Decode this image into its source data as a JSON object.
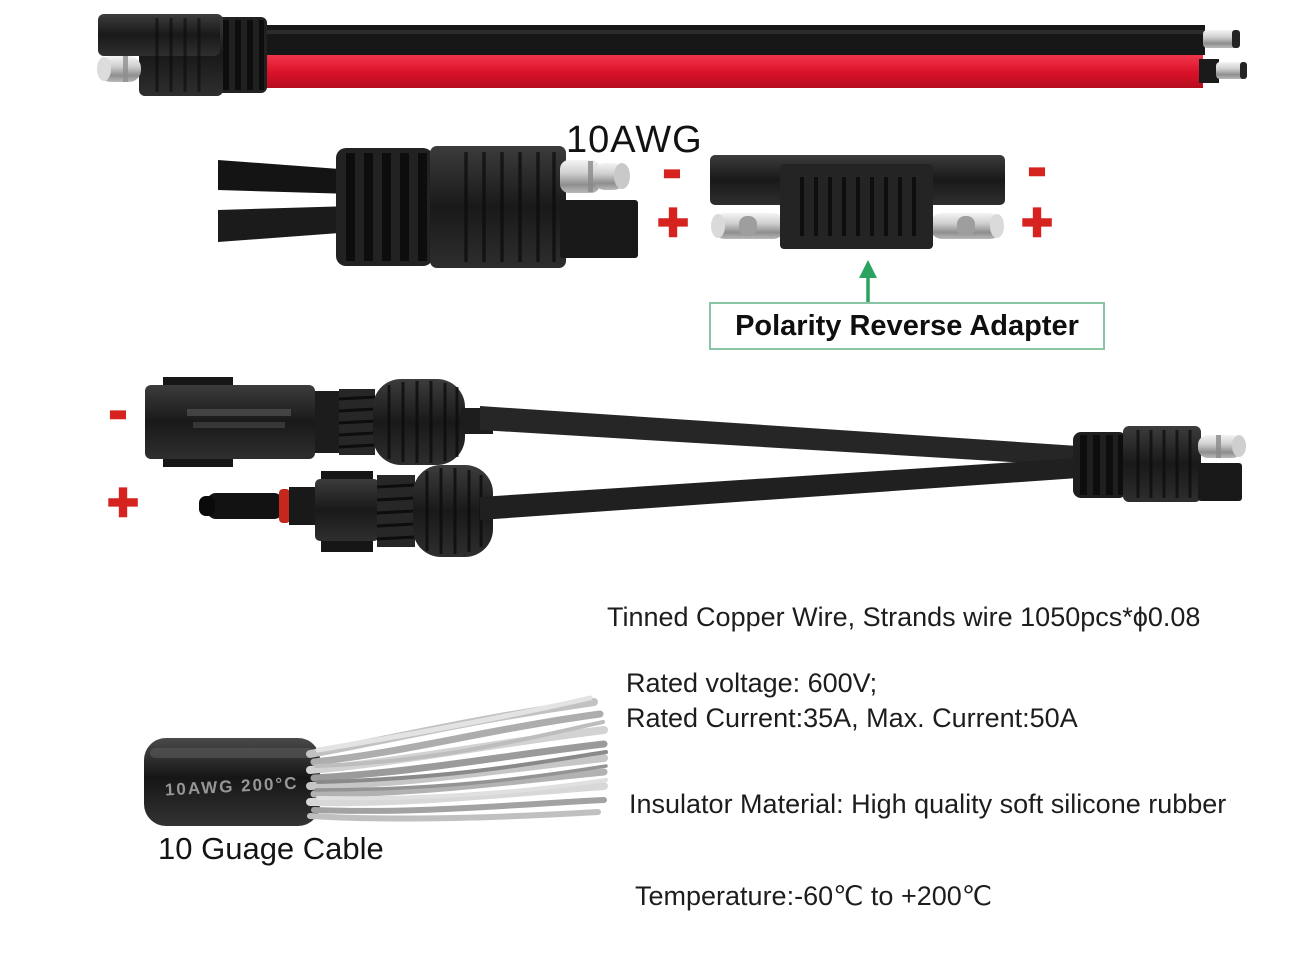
{
  "annotations": {
    "wire_gauge": "10AWG",
    "adapter_label": "Polarity Reverse Adapter",
    "minus": "-",
    "plus": "+"
  },
  "specs": {
    "line1": "Tinned Copper Wire, Strands wire 1050pcs*ϕ0.08",
    "line2": "Rated voltage: 600V;",
    "line3": "Rated Current:35A, Max. Current:50A",
    "line4": "Insulator Material: High quality soft silicone rubber",
    "line5": "Temperature:-60℃ to +200℃"
  },
  "cable_photo": {
    "print": "10AWG 200°C",
    "caption": "10 Guage Cable"
  },
  "colors": {
    "background": "#ffffff",
    "sign_red": "#d6231f",
    "wire_red": "#e0192b",
    "arrow_green": "#2ba25e",
    "box_border_green": "#89c4a4",
    "connector_black": "#1e1e1e",
    "text_dark": "#1d1d1d"
  }
}
